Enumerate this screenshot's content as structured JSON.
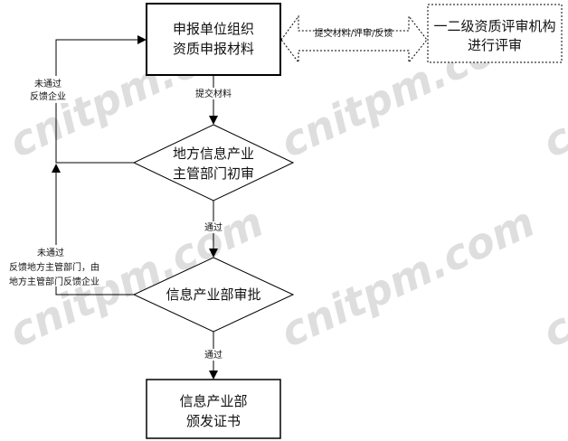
{
  "watermark": "cnitpm.com",
  "nodes": {
    "apply": [
      "申报单位组织",
      "资质申报材料"
    ],
    "review_org": [
      "一二级资质评审机构",
      "进行评审"
    ],
    "local_review": [
      "地方信息产业",
      "主管部门初审"
    ],
    "ministry_approve": [
      "信息产业部审批"
    ],
    "issue_cert": [
      "信息产业部",
      "颁发证书"
    ]
  },
  "edges": {
    "exchange": "提交材料/评审/反馈",
    "submit": "提交材料",
    "pass1": "通过",
    "pass2": "通过",
    "fail1": [
      "未通过",
      "反馈企业"
    ],
    "fail2": [
      "未通过",
      "反馈地方主管部门，由",
      "地方主管部门反馈企业"
    ]
  }
}
